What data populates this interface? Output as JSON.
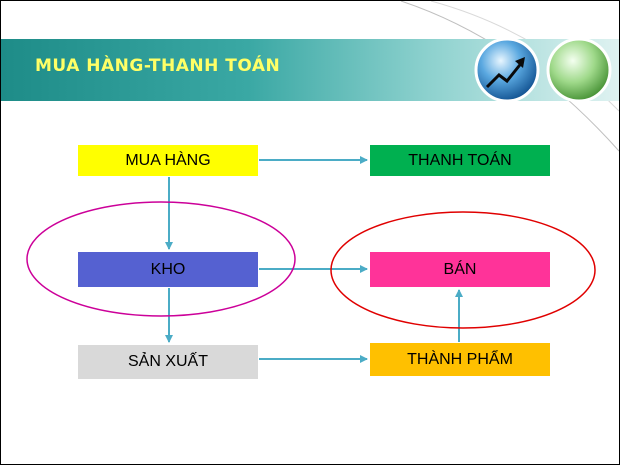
{
  "slide": {
    "title": "MUA HÀNG-THANH TOÁN"
  },
  "nodes": {
    "mua_hang": "MUA HÀNG",
    "thanh_toan": "THANH TOÁN",
    "kho": "KHO",
    "ban": "BÁN",
    "san_xuat": "SẢN XUẤT",
    "thanh_pham": "THÀNH PHẨM"
  },
  "colors": {
    "header_band": "#2e9e9a",
    "title_text": "#ffff66",
    "mua_hang": "#ffff00",
    "thanh_toan": "#00b050",
    "kho": "#5561d1",
    "ban": "#ff3399",
    "san_xuat": "#d9d9d9",
    "thanh_pham": "#ffc000",
    "arrow": "#4bacc6",
    "ellipse_left": "#cc0099",
    "ellipse_right": "#e00000"
  },
  "icons": [
    "growth-chart-globe-icon",
    "green-globe-icon"
  ]
}
